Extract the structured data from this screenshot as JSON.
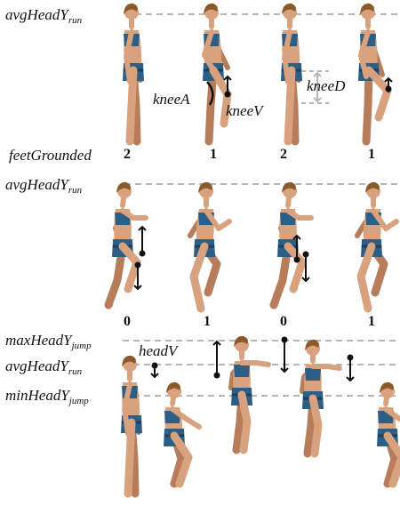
{
  "figure": {
    "labels": {
      "avg_head_y_base": "avgHeadY",
      "avg_head_y_sub": "run",
      "max_head_y_base": "maxHeadY",
      "max_head_y_sub": "jump",
      "min_head_y_base": "minHeadY",
      "min_head_y_sub": "jump",
      "feet_grounded": "feetGrounded",
      "knee_a": "kneeA",
      "knee_v": "kneeV",
      "knee_d": "kneeD",
      "head_v": "headV"
    },
    "row1_counts": [
      "2",
      "1",
      "2",
      "1"
    ],
    "row2_counts": [
      "0",
      "1",
      "0",
      "1"
    ],
    "colors": {
      "skin": "#d9a27e",
      "skin_shade": "#b77d5b",
      "hair": "#8a5a2b",
      "clothes": "#2d5f86",
      "clothes_dark": "#1d3f5c",
      "guide": "#b5b5b5",
      "arrow": "#111111"
    }
  }
}
